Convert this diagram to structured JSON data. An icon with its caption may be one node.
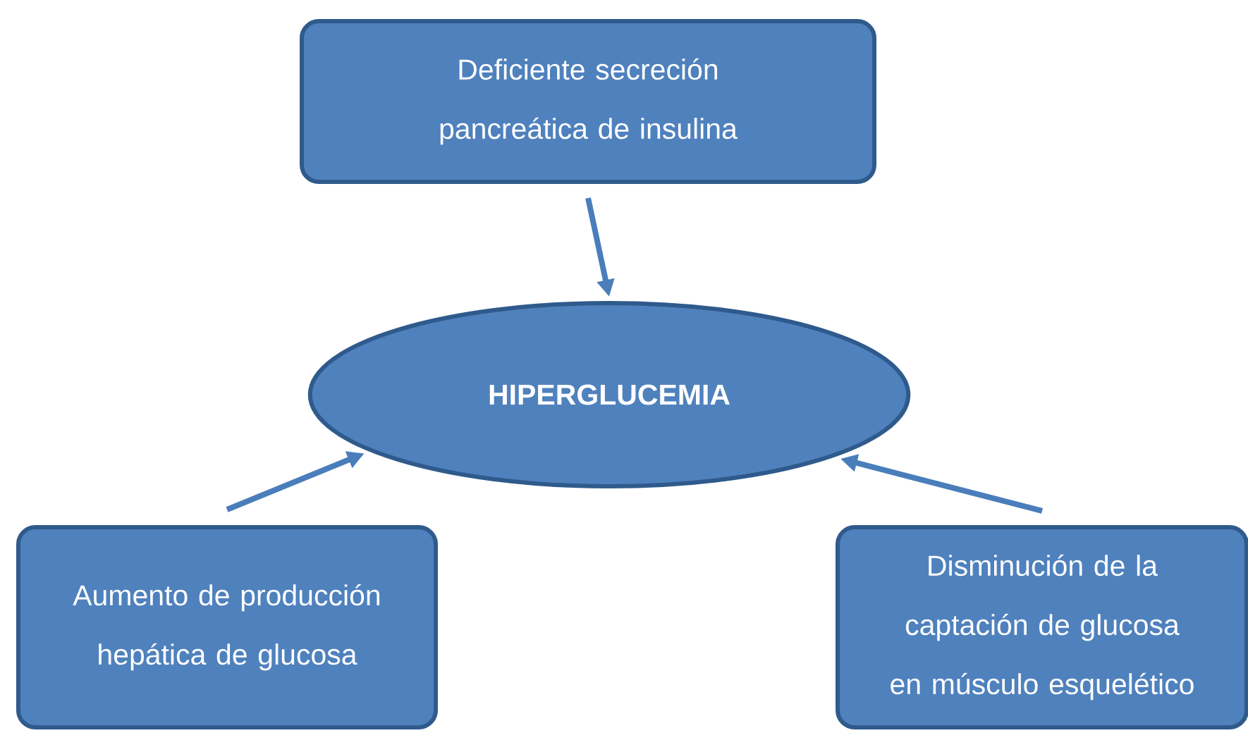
{
  "diagram": {
    "nodes": [
      {
        "text": [
          "Deficiente secreción pancreática de insulina"
        ]
      },
      {
        "text": [
          "HIPERGLUCEMIA"
        ]
      },
      {
        "text": [
          "Aumento de producción hepática de glucosa"
        ]
      },
      {
        "text": [
          "Disminución de la captación de glucosa en músculo esquelético"
        ]
      }
    ],
    "edges": [
      {
        "from": 0,
        "to": 1,
        "arrow": "to"
      },
      {
        "from": 2,
        "to": 1,
        "arrow": "to"
      },
      {
        "from": 3,
        "to": 1,
        "arrow": "to"
      }
    ]
  }
}
